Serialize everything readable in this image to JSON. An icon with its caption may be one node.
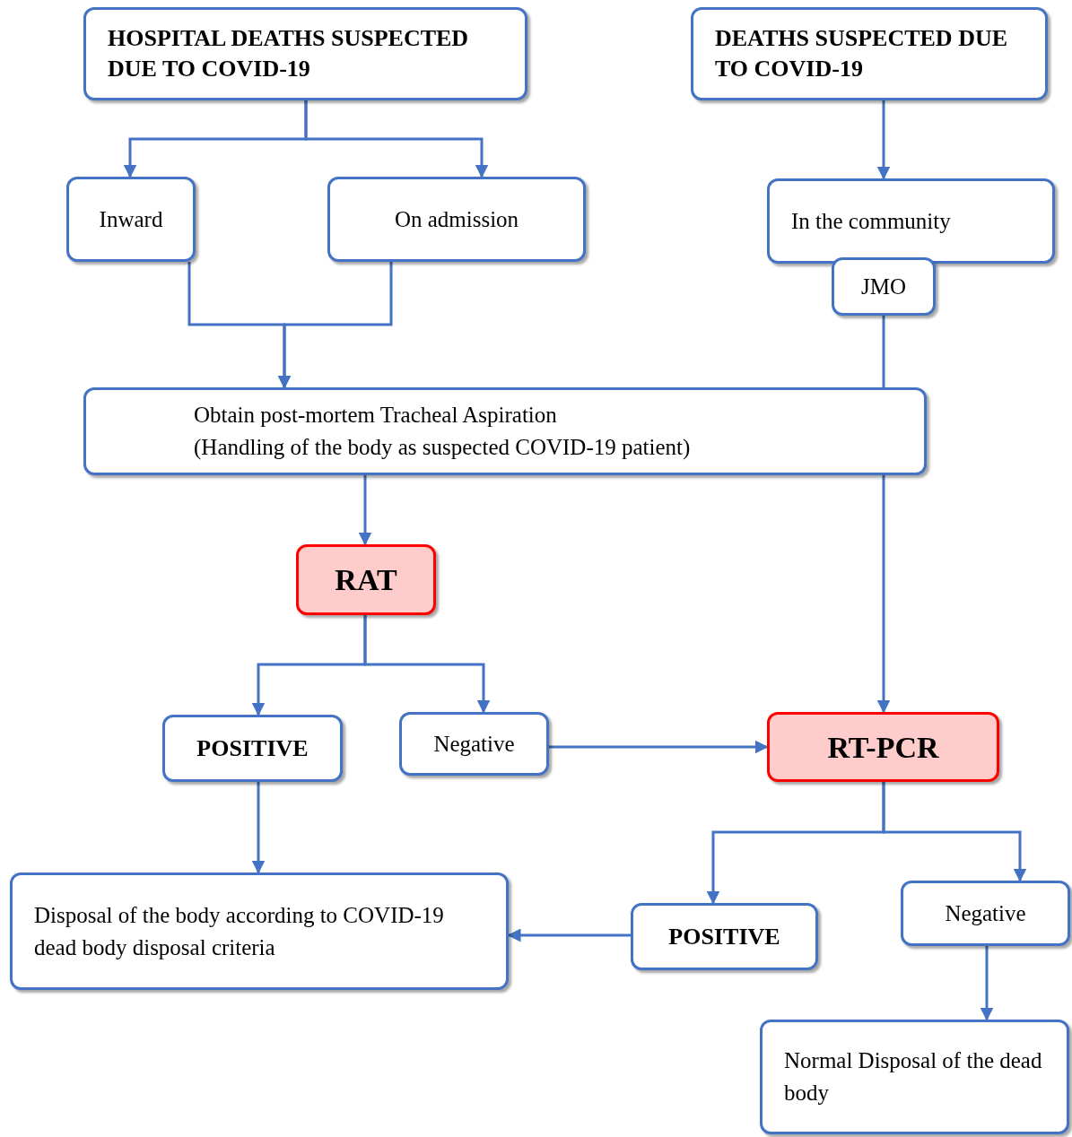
{
  "diagram": {
    "nodes": [
      {
        "text": [
          "HOSPITAL DEATHS SUSPECTED DUE TO COVID-19"
        ]
      },
      {
        "text": [
          "DEATHS SUSPECTED DUE TO COVID-19"
        ]
      },
      {
        "text": [
          "Inward"
        ]
      },
      {
        "text": [
          "On admission"
        ]
      },
      {
        "text": [
          "In the community"
        ]
      },
      {
        "text": [
          "JMO"
        ]
      },
      {
        "text": [
          "Obtain post-mortem Tracheal Aspiration",
          "(Handling of the body as suspected COVID-19 patient)"
        ]
      },
      {
        "text": [
          "RAT"
        ]
      },
      {
        "text": [
          "POSITIVE"
        ]
      },
      {
        "text": [
          "Negative"
        ]
      },
      {
        "text": [
          "RT-PCR"
        ]
      },
      {
        "text": [
          "Disposal of the body according to COVID-19 dead body disposal criteria"
        ]
      },
      {
        "text": [
          "POSITIVE"
        ]
      },
      {
        "text": [
          "Negative"
        ]
      },
      {
        "text": [
          "Normal Disposal of the dead body"
        ]
      }
    ],
    "edges": [
      {
        "from": 0,
        "to": 2,
        "arrow": "to"
      },
      {
        "from": 0,
        "to": 3,
        "arrow": "to"
      },
      {
        "from": 1,
        "to": 4,
        "arrow": "to"
      },
      {
        "from": 2,
        "to": 6,
        "arrow": "to"
      },
      {
        "from": 3,
        "to": 6,
        "arrow": "to"
      },
      {
        "from": 5,
        "to": 6,
        "arrow": "none"
      },
      {
        "from": 6,
        "to": 7,
        "arrow": "to"
      },
      {
        "from": 6,
        "to": 10,
        "arrow": "to"
      },
      {
        "from": 7,
        "to": 8,
        "arrow": "to"
      },
      {
        "from": 7,
        "to": 9,
        "arrow": "to"
      },
      {
        "from": 9,
        "to": 10,
        "arrow": "to"
      },
      {
        "from": 8,
        "to": 11,
        "arrow": "to"
      },
      {
        "from": 10,
        "to": 12,
        "arrow": "to"
      },
      {
        "from": 10,
        "to": 13,
        "arrow": "to"
      },
      {
        "from": 12,
        "to": 11,
        "arrow": "to"
      },
      {
        "from": 13,
        "to": 14,
        "arrow": "to"
      }
    ]
  }
}
